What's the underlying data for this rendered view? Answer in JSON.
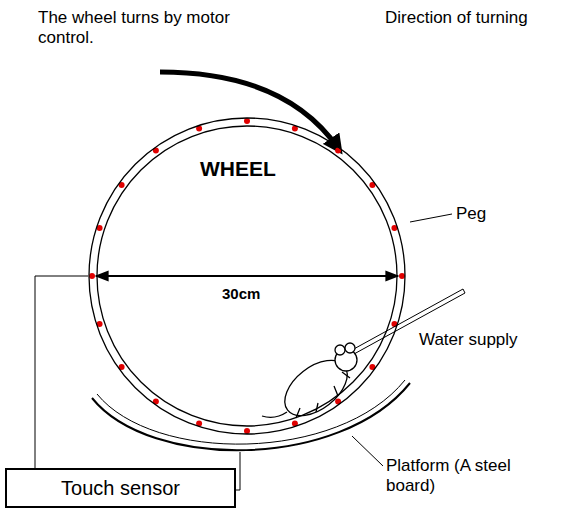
{
  "diagram": {
    "nodes": [
      {
        "text": [
          "WHEEL"
        ]
      },
      {
        "text": [
          "Touch sensor"
        ]
      }
    ],
    "edges": [
      {
        "from": 1,
        "to": 0,
        "arrow": "none"
      }
    ],
    "labels": [
      "The wheel turns by motor control.",
      "Direction of turning",
      "Peg",
      "30cm",
      "Water supply",
      "Platform (A steel board)"
    ]
  }
}
